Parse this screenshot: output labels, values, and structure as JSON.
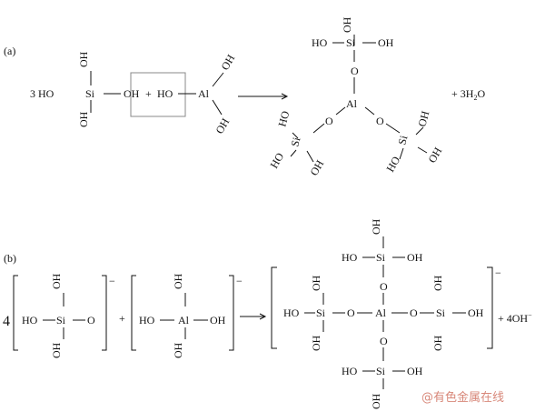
{
  "panels": {
    "a": {
      "label": "(a)",
      "reactant1": {
        "coef": "3 HO",
        "si": "Si",
        "oh_top": "OH",
        "oh_bottom": "OH",
        "oh_right": "OH"
      },
      "plus": "+",
      "reactant2": {
        "ho": "HO",
        "al": "Al",
        "oh_top": "OH",
        "oh_bottom": "OH"
      },
      "product": {
        "top": {
          "oh_top": "OH",
          "ho_left": "HO",
          "si": "Si",
          "oh_right": "OH",
          "o": "O"
        },
        "al": "Al",
        "o_left": "O",
        "o_right": "O",
        "left": {
          "si": "Si",
          "ho1": "HO",
          "ho2": "HO",
          "oh": "OH"
        },
        "right": {
          "si": "Si",
          "oh1": "OH",
          "oh2": "OH",
          "ho": "HO"
        }
      },
      "byproduct": {
        "text": "+ 3H",
        "sub": "2",
        "tail": "O"
      }
    },
    "b": {
      "label": "(b)",
      "coef": "4",
      "reactant1": {
        "oh_top": "OH",
        "ho": "HO",
        "si": "Si",
        "o": "O",
        "oh_bottom": "OH",
        "charge": "−"
      },
      "plus": "+",
      "reactant2": {
        "oh_top": "OH",
        "ho": "HO",
        "al": "Al",
        "oh_right": "OH",
        "oh_bottom": "OH",
        "charge": "−"
      },
      "product": {
        "top": {
          "oh": "OH",
          "ho": "HO",
          "si": "Si",
          "oh_right": "OH",
          "o": "O"
        },
        "left": {
          "oh": "OH",
          "ho": "HO",
          "si": "Si",
          "o": "O",
          "oh_bottom": "OH"
        },
        "al": "Al",
        "o_right": "O",
        "right": {
          "oh_top": "OH",
          "si": "Si",
          "oh": "OH",
          "oh_bottom": "OH"
        },
        "bottom": {
          "o": "O",
          "ho": "HO",
          "si": "Si",
          "oh_right": "OH",
          "oh": "OH"
        },
        "charge": "−"
      },
      "byproduct": {
        "text": "+ 4OH",
        "charge": "−"
      }
    }
  },
  "watermark": "@有色金属在线"
}
